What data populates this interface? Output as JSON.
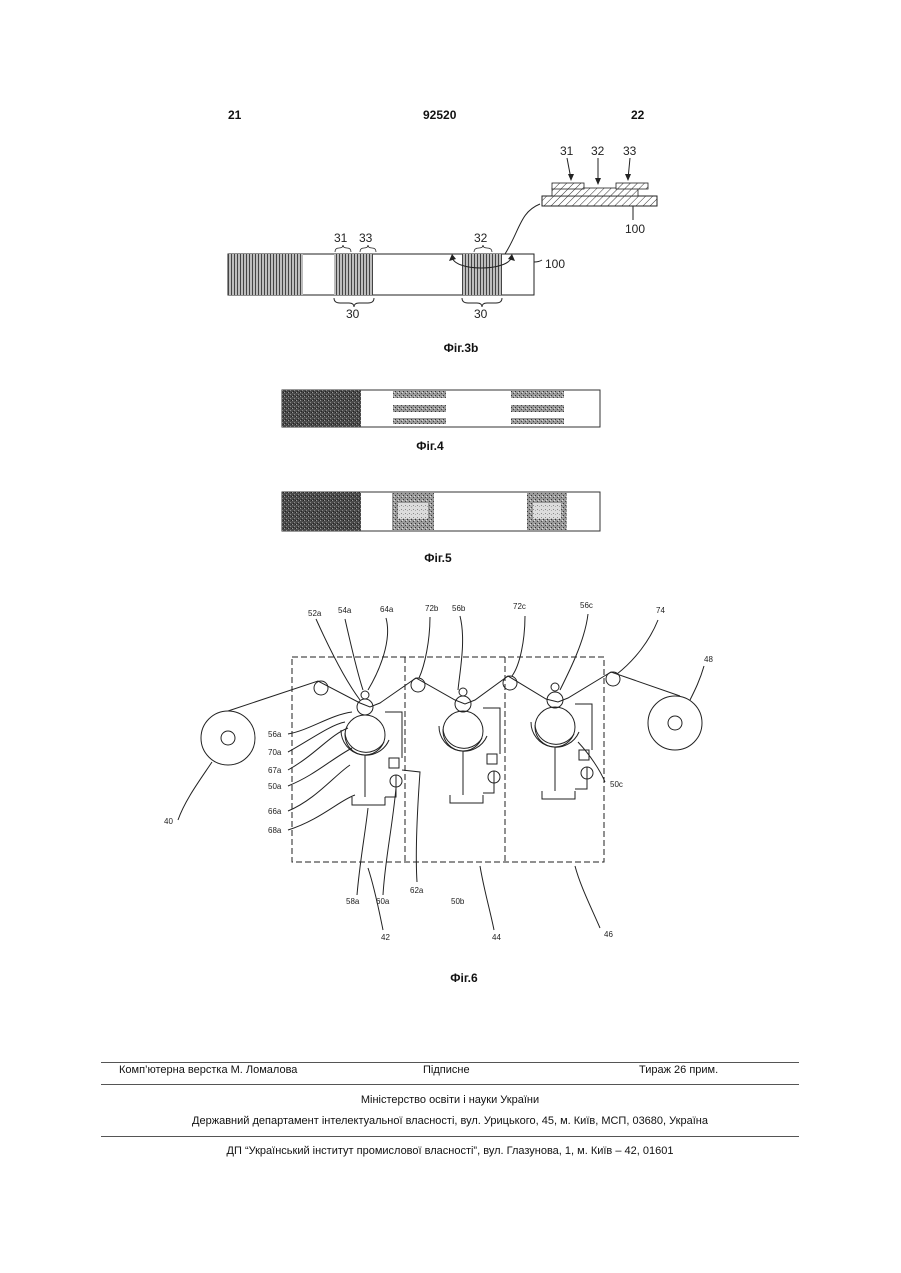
{
  "header": {
    "left_page": "21",
    "patent_number": "92520",
    "right_page": "22"
  },
  "figures": {
    "fig3b": {
      "caption": "Фіг.3b",
      "labels": {
        "l31": "31",
        "l32": "32",
        "l33": "33",
        "l100": "100",
        "l30": "30"
      }
    },
    "fig4": {
      "caption": "Фіг.4"
    },
    "fig5": {
      "caption": "Фіг.5"
    },
    "fig6": {
      "caption": "Фіг.6",
      "labels": {
        "l52a": "52a",
        "l54a": "54a",
        "l64a": "64a",
        "l72b": "72b",
        "l56b": "56b",
        "l72c": "72c",
        "l56c": "56c",
        "l74": "74",
        "l48": "48",
        "l56a": "56a",
        "l70a": "70a",
        "l67a": "67a",
        "l50a": "50a",
        "l66a": "66a",
        "l68a": "68a",
        "l40": "40",
        "l50c": "50c",
        "l58a": "58a",
        "l60a": "60a",
        "l62a": "62a",
        "l50b": "50b",
        "l42": "42",
        "l44": "44",
        "l46": "46"
      }
    }
  },
  "footer": {
    "layout": "Комп’ютерна верстка М. Ломалова",
    "signed": "Підписне",
    "circulation": "Тираж 26 прим.",
    "ministry": "Міністерство освіти і науки України",
    "department": "Державний департамент інтелектуальної власності, вул. Урицького, 45, м. Київ, МСП, 03680, Україна",
    "institute": "ДП “Український інститут промислової власності”, вул. Глазунова, 1, м. Київ – 42, 01601"
  }
}
